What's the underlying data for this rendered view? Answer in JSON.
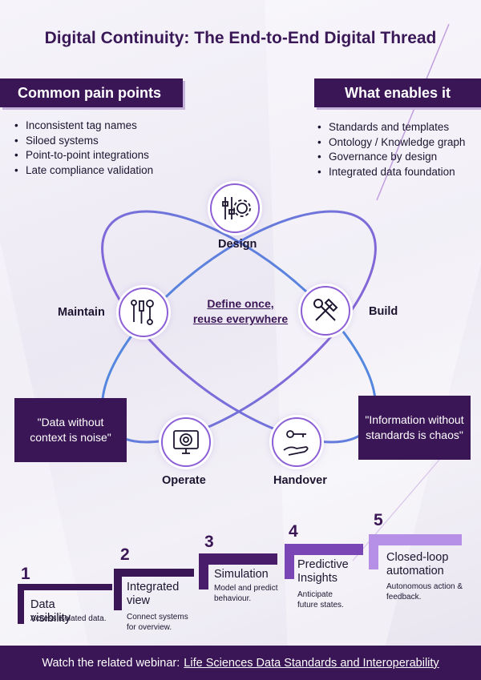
{
  "title": "Digital Continuity: The End-to-End Digital Thread",
  "pain_points": {
    "header": "Common pain points",
    "items": [
      "Inconsistent tag names",
      "Siloed systems",
      "Point-to-point integrations",
      "Late compliance validation"
    ]
  },
  "enablers": {
    "header": "What enables it",
    "items": [
      "Standards and templates",
      "Ontology / Knowledge graph",
      "Governance by design",
      "Integrated data foundation"
    ]
  },
  "cycle": {
    "center": [
      "Define once,",
      "reuse everywhere"
    ],
    "nodes": {
      "design": "Design",
      "build": "Build",
      "handover": "Handover",
      "operate": "Operate",
      "maintain": "Maintain"
    }
  },
  "quotes": {
    "left": "\"Data without context is noise\"",
    "right": "\"Information without standards is chaos\""
  },
  "steps": [
    {
      "num": "1",
      "label": "Data visibility",
      "desc": "Access isolated data."
    },
    {
      "num": "2",
      "label": "Integrated view",
      "desc": "Connect systems for overview."
    },
    {
      "num": "3",
      "label": "Simulation",
      "desc": "Model and predict behaviour."
    },
    {
      "num": "4",
      "label": "Predictive Insights",
      "desc": "Anticipate future states."
    },
    {
      "num": "5",
      "label": "Closed-loop automation",
      "desc": "Autonomous action & feedback."
    }
  ],
  "footer": {
    "text": "Watch the related webinar:",
    "link": "Life Sciences Data Standards and Interoperability"
  },
  "colors": {
    "primary": "#3b1656",
    "accent": "#8d5fd6",
    "loop_blue": "#4a8ee0"
  }
}
